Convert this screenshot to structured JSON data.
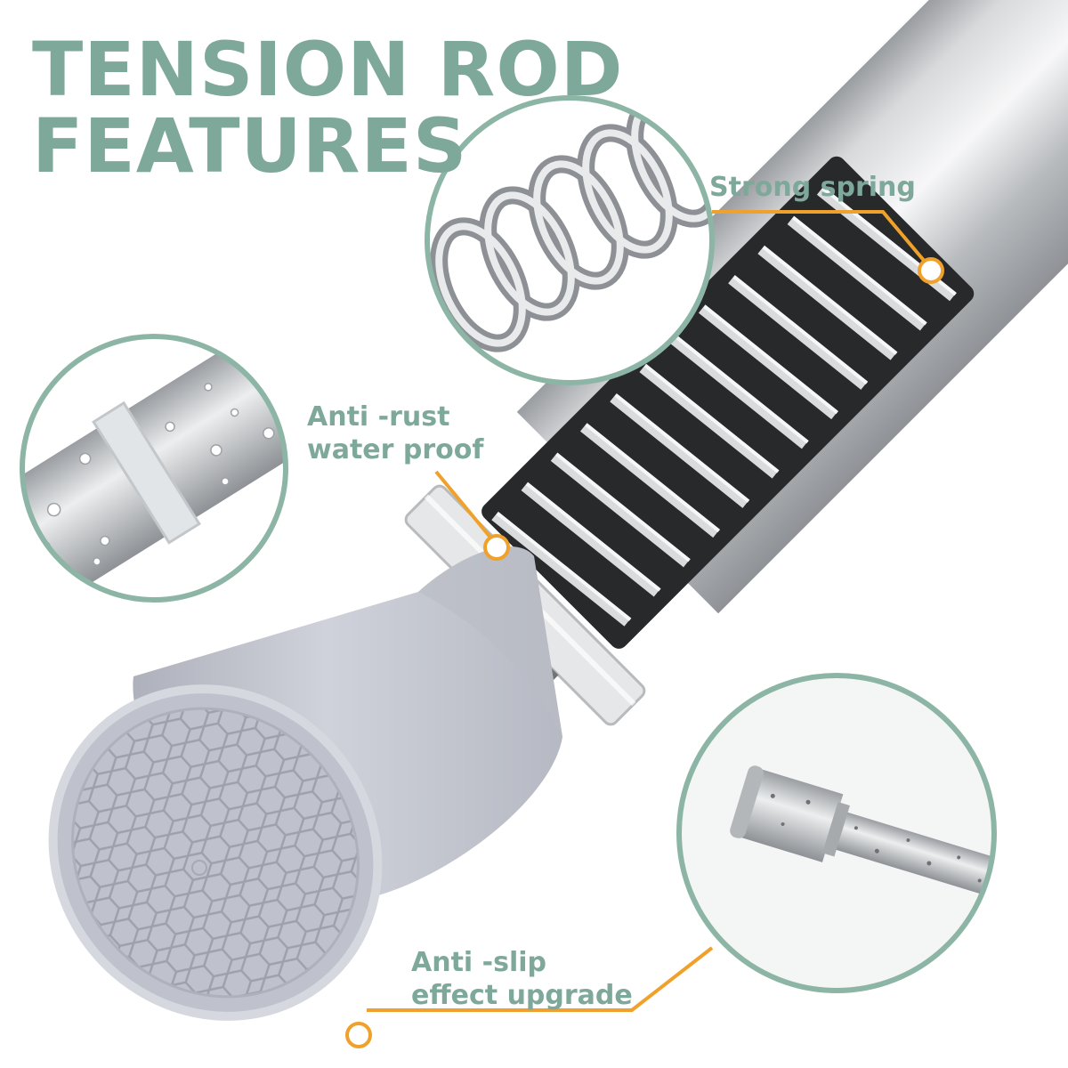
{
  "title": {
    "line1": "TENSION ROD",
    "line2": "FEATURES"
  },
  "features": {
    "spring": {
      "label": "Strong spring"
    },
    "rust": {
      "line1": "Anti -rust",
      "line2": "water proof"
    },
    "slip": {
      "line1": "Anti -slip",
      "line2": "effect upgrade"
    }
  },
  "colors": {
    "accent_green": "#7ea89a",
    "callout_orange": "#f0a12b",
    "end_cap_gray": "#c3c6d0",
    "rod_silver": "#c9cbcd",
    "background": "#ffffff"
  }
}
